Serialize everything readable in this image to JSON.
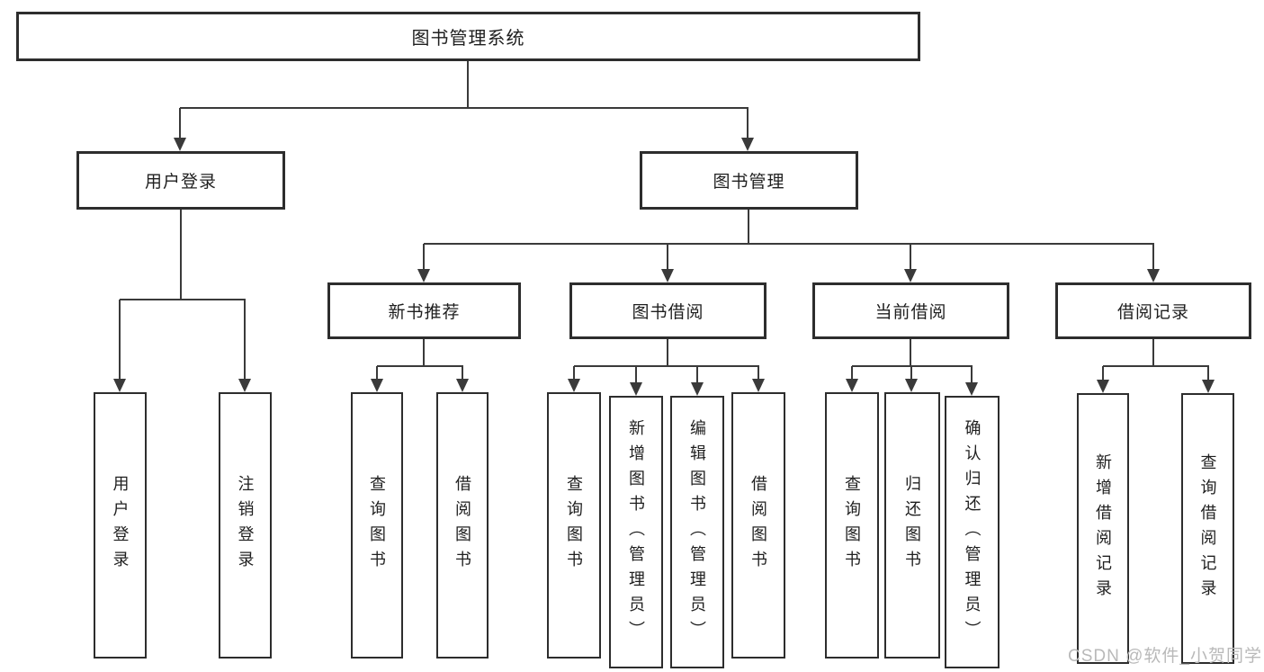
{
  "diagram": {
    "title": "图书管理系统",
    "level2": {
      "user_login": "用户登录",
      "book_mgmt": "图书管理"
    },
    "level3": {
      "new_books": "新书推荐",
      "book_borrow": "图书借阅",
      "current_borrow": "当前借阅",
      "borrow_records": "借阅记录"
    },
    "leaves": {
      "user_login": [
        "用户登录",
        "注销登录"
      ],
      "new_books": [
        "查询图书",
        "借阅图书"
      ],
      "book_borrow": [
        "查询图书",
        "新增图书（管理员）",
        "编辑图书（管理员）",
        "借阅图书"
      ],
      "current_borrow": [
        "查询图书",
        "归还图书",
        "确认归还（管理员）"
      ],
      "borrow_records": [
        "新增借阅记录",
        "查询借阅记录"
      ]
    }
  },
  "watermark": "CSDN @软件_小贺同学",
  "colors": {
    "line": "#3a3a3a",
    "border": "#2d2d2d",
    "text": "#1f1f1f",
    "watermark": "#b9b9b9",
    "background": "#ffffff"
  }
}
